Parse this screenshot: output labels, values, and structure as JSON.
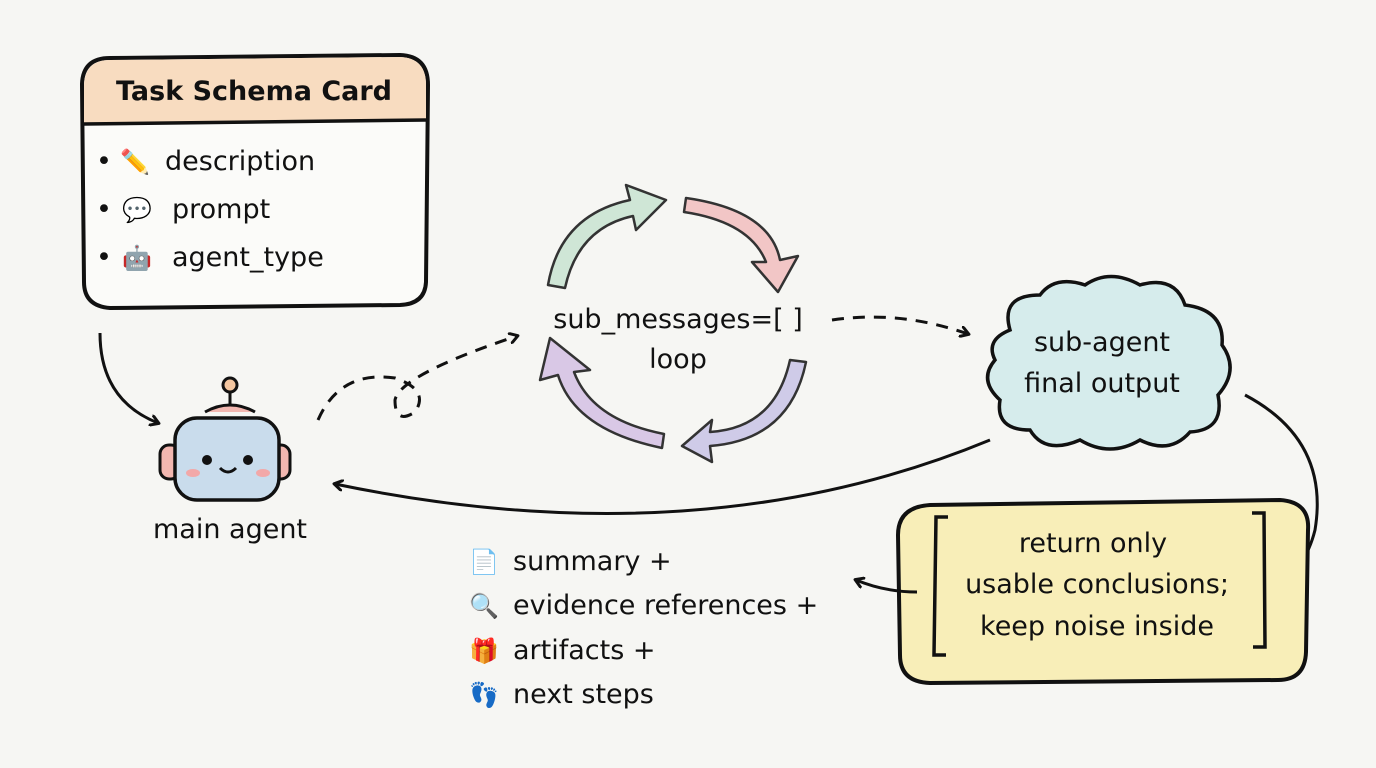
{
  "schema_card": {
    "title": "Task Schema Card",
    "items": [
      {
        "icon": "pencil-icon",
        "label": "description"
      },
      {
        "icon": "speech-bubble-icon",
        "label": "prompt"
      },
      {
        "icon": "robot-icon",
        "label": "agent_type"
      }
    ]
  },
  "main_agent": {
    "label": "main agent"
  },
  "loop": {
    "line1": "sub_messages=[ ]",
    "line2": "loop"
  },
  "sub_agent": {
    "line1": "sub-agent",
    "line2": "final output"
  },
  "return_box": {
    "lines": [
      "return only",
      "usable conclusions;",
      "keep noise inside"
    ]
  },
  "outputs": [
    {
      "icon": "document-icon",
      "label": "summary +"
    },
    {
      "icon": "magnifier-icon",
      "label": "evidence references +"
    },
    {
      "icon": "gift-icon",
      "label": "artifacts +"
    },
    {
      "icon": "footprints-icon",
      "label": "next steps"
    }
  ],
  "colors": {
    "card_header": "#f8dcc0",
    "robot_body": "#c9dcec",
    "cloud": "#d6ecec",
    "return_box": "#f8eeb8",
    "loop_green": "#cfe6d6",
    "loop_pink": "#f2c6c6",
    "loop_lavender": "#cfcbe8",
    "loop_purple": "#d9c8e6"
  }
}
